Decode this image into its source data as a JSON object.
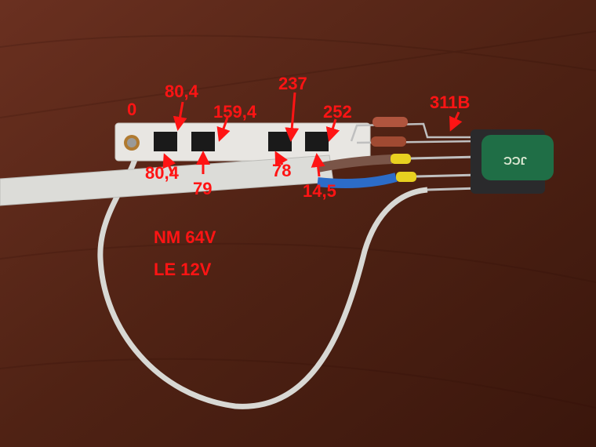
{
  "labels": {
    "ground": "0",
    "d1_top": "80,4",
    "d1_bottom": "80,4",
    "d2_right": "159,4",
    "d2_bottom": "79",
    "d3_top": "237",
    "d3_bottom": "78",
    "d4_top": "252",
    "d4_bottom": "14,5",
    "supply": "311B"
  },
  "notes": {
    "line1": "NM 64V",
    "line2": "LE 12V"
  },
  "capacitor_marking": "JCC",
  "colors": {
    "annotation": "#ff1414",
    "wood": "#5a2616",
    "strip": "#e8e6e2"
  }
}
